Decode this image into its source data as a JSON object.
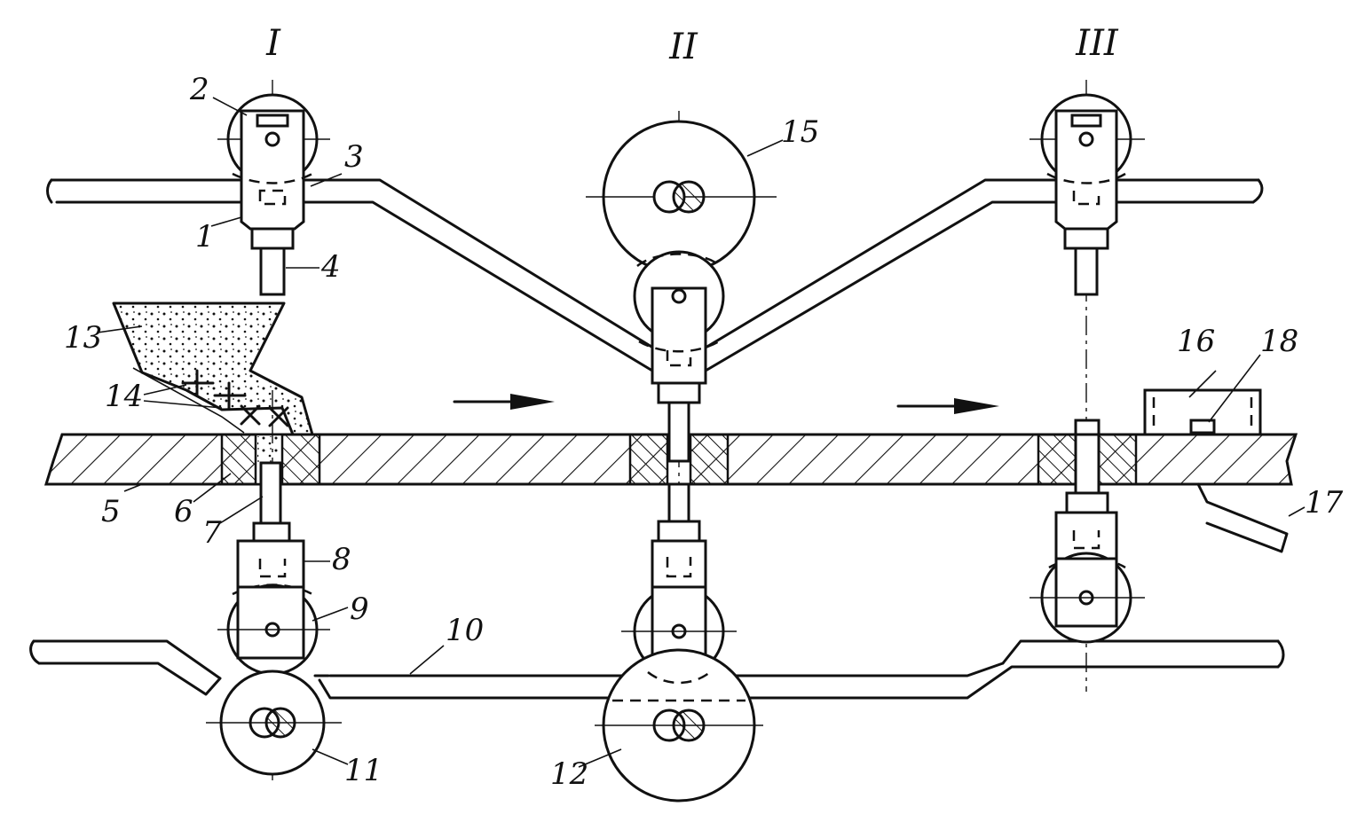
{
  "stations": [
    "I",
    "II",
    "III"
  ],
  "labels": {
    "n1": "1",
    "n2": "2",
    "n3": "3",
    "n4": "4",
    "n5": "5",
    "n6": "6",
    "n7": "7",
    "n8": "8",
    "n9": "9",
    "n10": "10",
    "n11": "11",
    "n12": "12",
    "n13": "13",
    "n14": "14",
    "n15": "15",
    "n16": "16",
    "n17": "17",
    "n18": "18"
  },
  "colors": {
    "ink": "#111111",
    "paper": "#ffffff"
  },
  "icons": [
    "feed-direction-arrow",
    "hatched-die-table",
    "powder-hopper"
  ]
}
